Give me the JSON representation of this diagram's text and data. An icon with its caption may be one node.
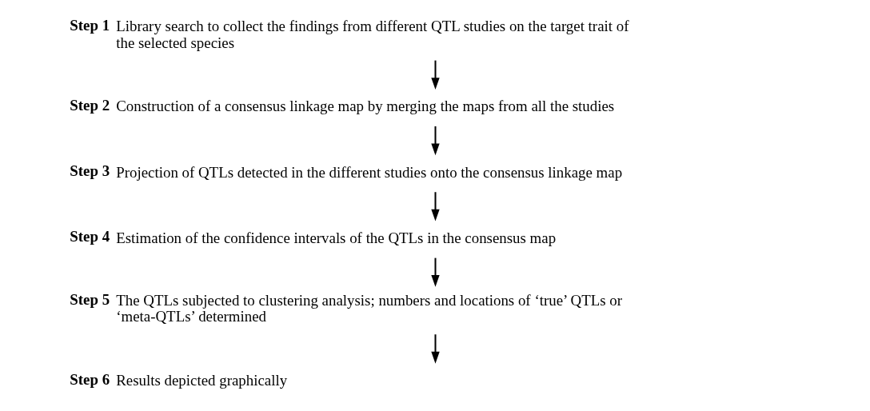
{
  "diagram": {
    "nodes": [
      {
        "text": [
          "Step 1",
          "Library search to collect the findings from different QTL studies on the target trait of the selected species"
        ]
      },
      {
        "text": [
          "Step 2",
          "Construction of a consensus linkage map by merging the maps from all the studies"
        ]
      },
      {
        "text": [
          "Step 3",
          "Projection of QTLs detected in the different studies onto the consensus linkage map"
        ]
      },
      {
        "text": [
          "Step 4",
          "Estimation of the confidence intervals of the QTLs in the consensus map"
        ]
      },
      {
        "text": [
          "Step 5",
          "The QTLs subjected to clustering analysis; numbers and locations of ‘true’ QTLs or ‘meta-QTLs’ determined"
        ]
      },
      {
        "text": [
          "Step 6",
          "Results depicted graphically"
        ]
      }
    ],
    "edges": [
      {
        "from": 0,
        "to": 1,
        "arrow": "to"
      },
      {
        "from": 1,
        "to": 2,
        "arrow": "to"
      },
      {
        "from": 2,
        "to": 3,
        "arrow": "to"
      },
      {
        "from": 3,
        "to": 4,
        "arrow": "to"
      },
      {
        "from": 4,
        "to": 5,
        "arrow": "to"
      }
    ]
  }
}
